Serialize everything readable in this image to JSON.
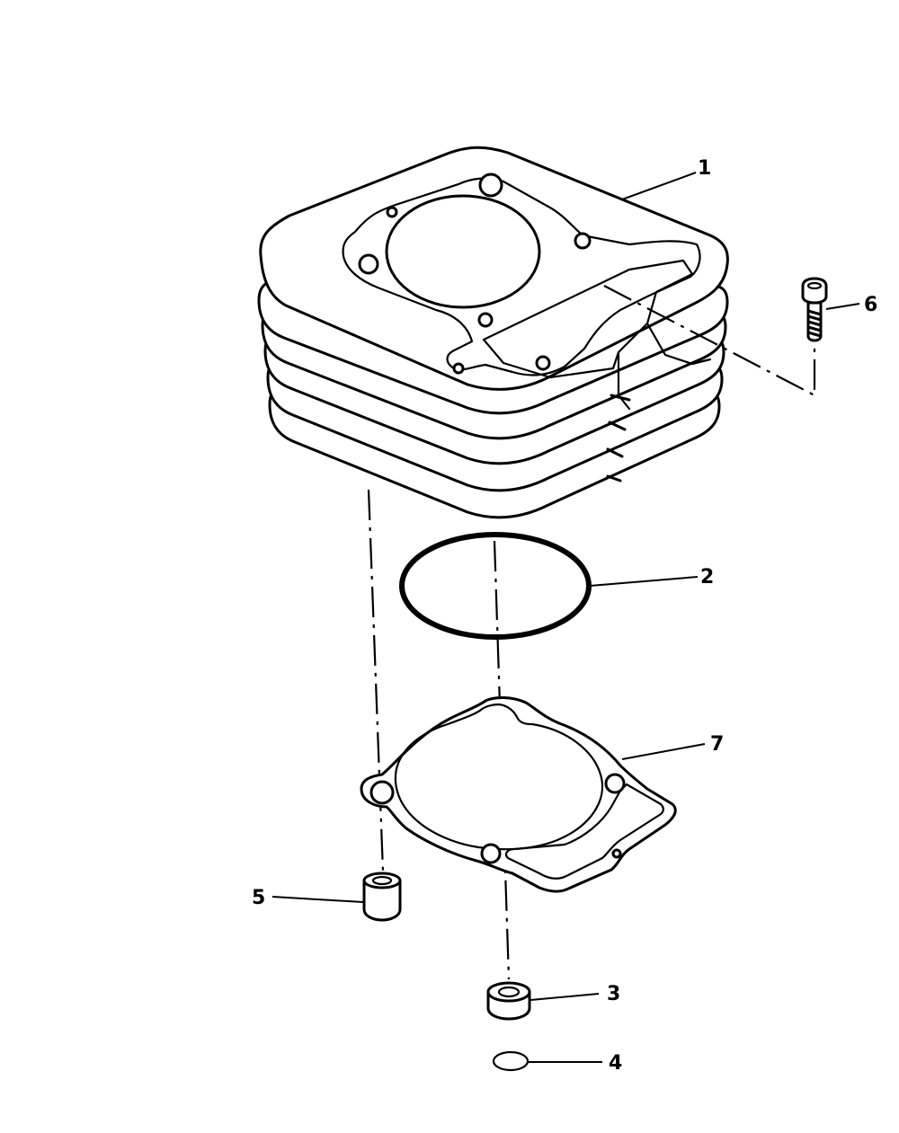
{
  "callouts": {
    "c1": "1",
    "c2": "2",
    "c3": "3",
    "c4": "4",
    "c5": "5",
    "c6": "6",
    "c7": "7"
  },
  "parts": {
    "cylinder": "cylinder-block",
    "oring_large": "o-ring",
    "dowel_front": "dowel-pin",
    "oring_small": "o-ring-small",
    "dowel_rear": "dowel-pin",
    "bolt": "bolt",
    "gasket": "cylinder-gasket"
  },
  "colors": {
    "ink": "#000000",
    "paper": "#ffffff"
  }
}
